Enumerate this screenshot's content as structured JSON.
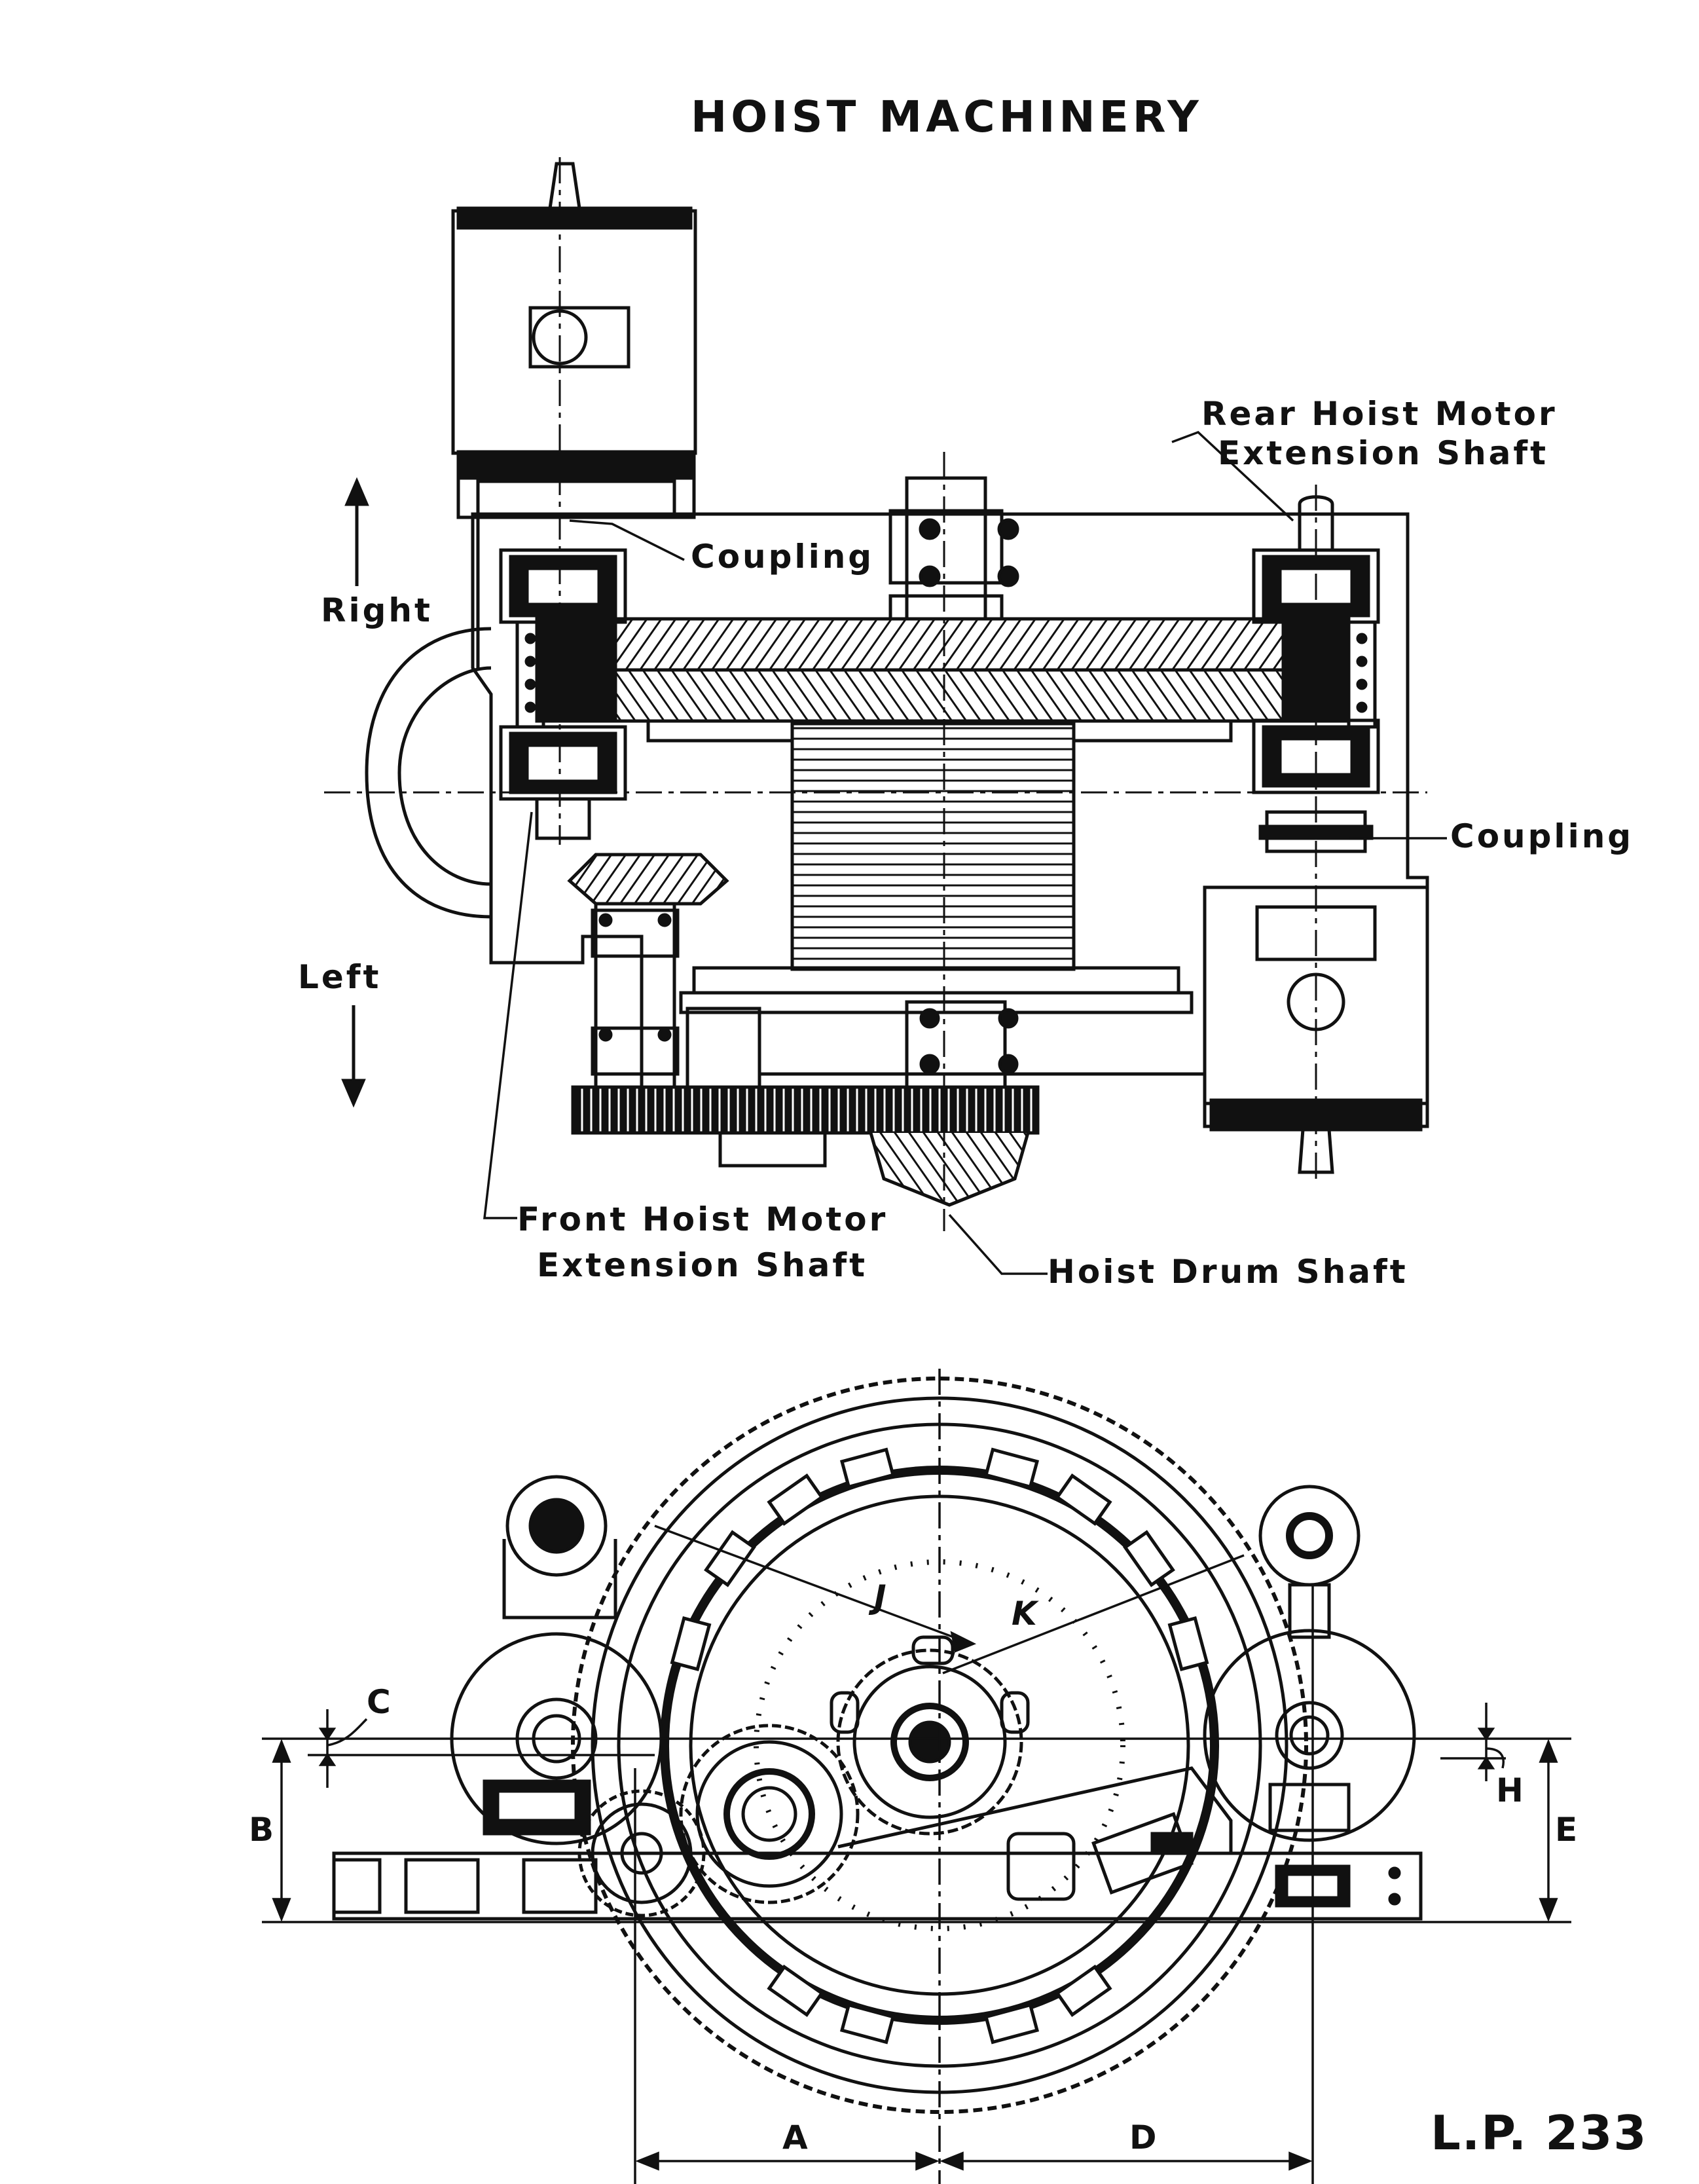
{
  "title": "HOIST MACHINERY",
  "plate_number": "L.P. 233",
  "direction_labels": {
    "right": "Right",
    "left": "Left"
  },
  "callouts": {
    "rear_hoist_motor_line1": "Rear Hoist Motor",
    "rear_hoist_motor_line2": "Extension Shaft",
    "coupling_upper": "Coupling",
    "coupling_right": "Coupling",
    "front_hoist_motor_line1": "Front Hoist Motor",
    "front_hoist_motor_line2": "Extension Shaft",
    "hoist_drum_shaft": "Hoist Drum Shaft"
  },
  "dimension_letters": {
    "a": "A",
    "b": "B",
    "c": "C",
    "d": "D",
    "e": "E",
    "h": "H",
    "j": "J",
    "k": "K"
  }
}
